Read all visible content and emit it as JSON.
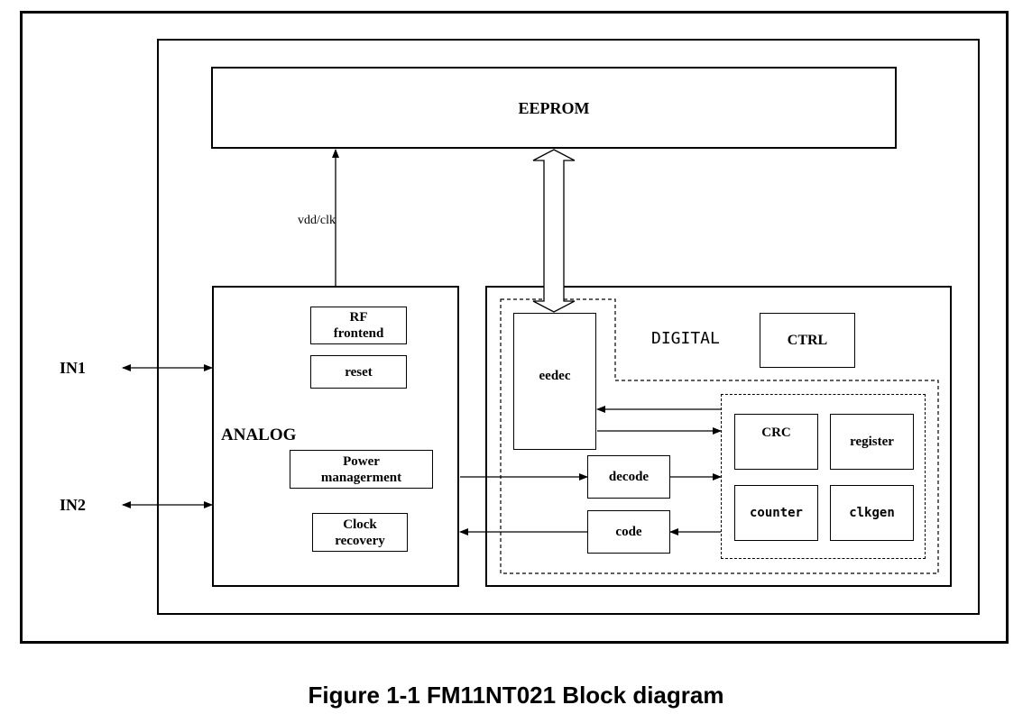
{
  "diagram": {
    "eeprom": "EEPROM",
    "vdd_clk": "vdd/clk",
    "in1": "IN1",
    "in2": "IN2",
    "analog": {
      "title": "ANALOG",
      "rf_frontend": "RF\nfrontend",
      "reset": "reset",
      "power": "Power\nmanagerment",
      "clock": "Clock\nrecovery"
    },
    "digital": {
      "title": "DIGITAL",
      "ctrl": "CTRL",
      "eedec": "eedec",
      "decode": "decode",
      "code": "code",
      "crc": "CRC",
      "register": "register",
      "counter": "counter",
      "clkgen": "clkgen"
    }
  },
  "caption": "Figure 1-1 FM11NT021 Block diagram"
}
